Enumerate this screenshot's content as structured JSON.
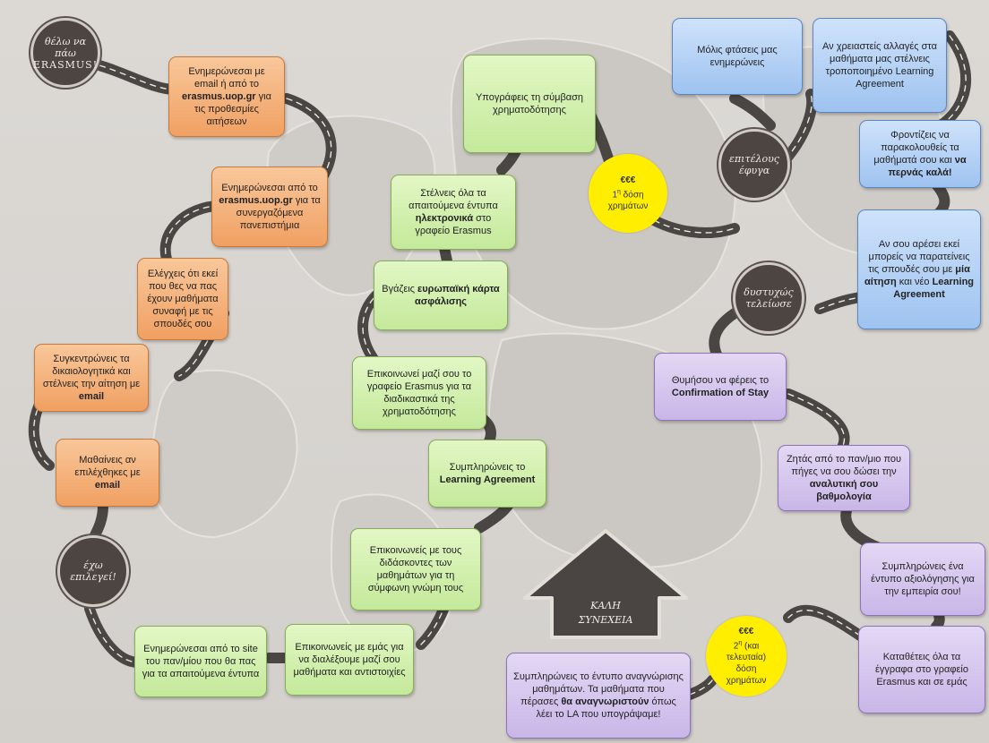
{
  "badges": {
    "start": [
      "θέλω να",
      "πάω",
      "ERASMUS!"
    ],
    "selected": [
      "έχω",
      "επιλεγεί!"
    ],
    "there": [
      "επιτέλους",
      "έφυγα"
    ],
    "finished": [
      "δυστυχώς",
      "τελείωσε"
    ]
  },
  "arrow": [
    "ΚΑΛΗ",
    "ΣΥΝΕΧΕΙΑ"
  ],
  "steps": {
    "s1": [
      "Ενημερώνεσαι με email ή από το ",
      "erasmus.uop.gr",
      " για τις προθεσμίες αιτήσεων"
    ],
    "s2": [
      "Ενημερώνεσαι από το ",
      "erasmus.uop.gr",
      " για τα συνεργαζόμενα πανεπιστήμια"
    ],
    "s3": "Ελέγχεις ότι εκεί που θες να πας έχουν μαθήματα συναφή με τις σπουδές σου",
    "s4": [
      "Συγκεντρώνεις τα δικαιολογητικά και στέλνεις την αίτηση με ",
      "email"
    ],
    "s5": [
      "Μαθαίνεις αν επιλέχθηκες με ",
      "email"
    ],
    "s6": "Ενημερώνεσαι από το site του παν/μίου που θα πας για τα απαιτούμενα έντυπα",
    "s7": "Επικοινωνείς με εμάς για να διαλέξουμε μαζί σου μαθήματα και αντιστοιχίες",
    "s8": "Επικοινωνείς με τους διδάσκοντες των μαθημάτων για τη σύμφωνη γνώμη τους",
    "s9": [
      "Συμπληρώνεις το ",
      "Learning Agreement"
    ],
    "s10": "Επικοινωνεί μαζί σου το γραφείο Erasmus για τα διαδικαστικά της χρηματοδότησης",
    "s11": [
      "Βγάζεις ",
      "ευρωπαϊκή κάρτα ασφάλισης"
    ],
    "s12": [
      "Στέλνεις όλα τα απαιτούμενα έντυπα ",
      "ηλεκτρονικά",
      " στο γραφείο Erasmus"
    ],
    "s13": "Υπογράφεις τη σύμβαση χρηματοδότησης",
    "s14": "Μόλις φτάσεις μας ενημερώνεις",
    "s15": "Αν χρειαστείς αλλαγές στα μαθήματα μας στέλνεις τροποποιημένο Learning Agreement",
    "s16": [
      "Φροντίζεις να παρακολουθείς τα μαθήματά σου και ",
      "να περνάς καλά!"
    ],
    "s17": [
      "Αν σου αρέσει εκεί μπορείς να παρατείνεις τις σπουδές σου με ",
      "μία αίτηση",
      " και νέο ",
      "Learning Agreement"
    ],
    "s18": [
      "Θυμήσου να φέρεις το ",
      "Confirmation of Stay"
    ],
    "s19": [
      "Ζητάς από το παν/μιο που πήγες να σου δώσει την ",
      "αναλυτική σου βαθμολογία"
    ],
    "s20": "Συμπληρώνεις ένα έντυπο αξιολόγησης για την εμπειρία σου!",
    "s21": "Καταθέτεις όλα τα έγγραφα στο γραφείο Erasmus και σε εμάς",
    "s22": [
      "Συμπληρώνεις το έντυπο αναγνώρισης μαθημάτων. Τα μαθήματα που πέρασες ",
      "θα αναγνωριστούν",
      " όπως λέει το LA που υπογράψαμε!"
    ]
  },
  "coins": {
    "first": {
      "euro": "€€€",
      "line1": "1",
      "sup": "η",
      "rest": " δόση",
      "line2": "χρημάτων"
    },
    "second": {
      "euro": "€€€",
      "line1": "2",
      "sup": "η",
      "rest": " (και",
      "line2": "τελευταία)",
      "line3": "δόση",
      "line4": "χρημάτων"
    }
  },
  "colors": {
    "orange": "#f0a062",
    "green": "#c4e99a",
    "blue": "#9ec3f0",
    "purple": "#c9b6e8",
    "coin": "#ffee00",
    "road": "#4a4643"
  }
}
